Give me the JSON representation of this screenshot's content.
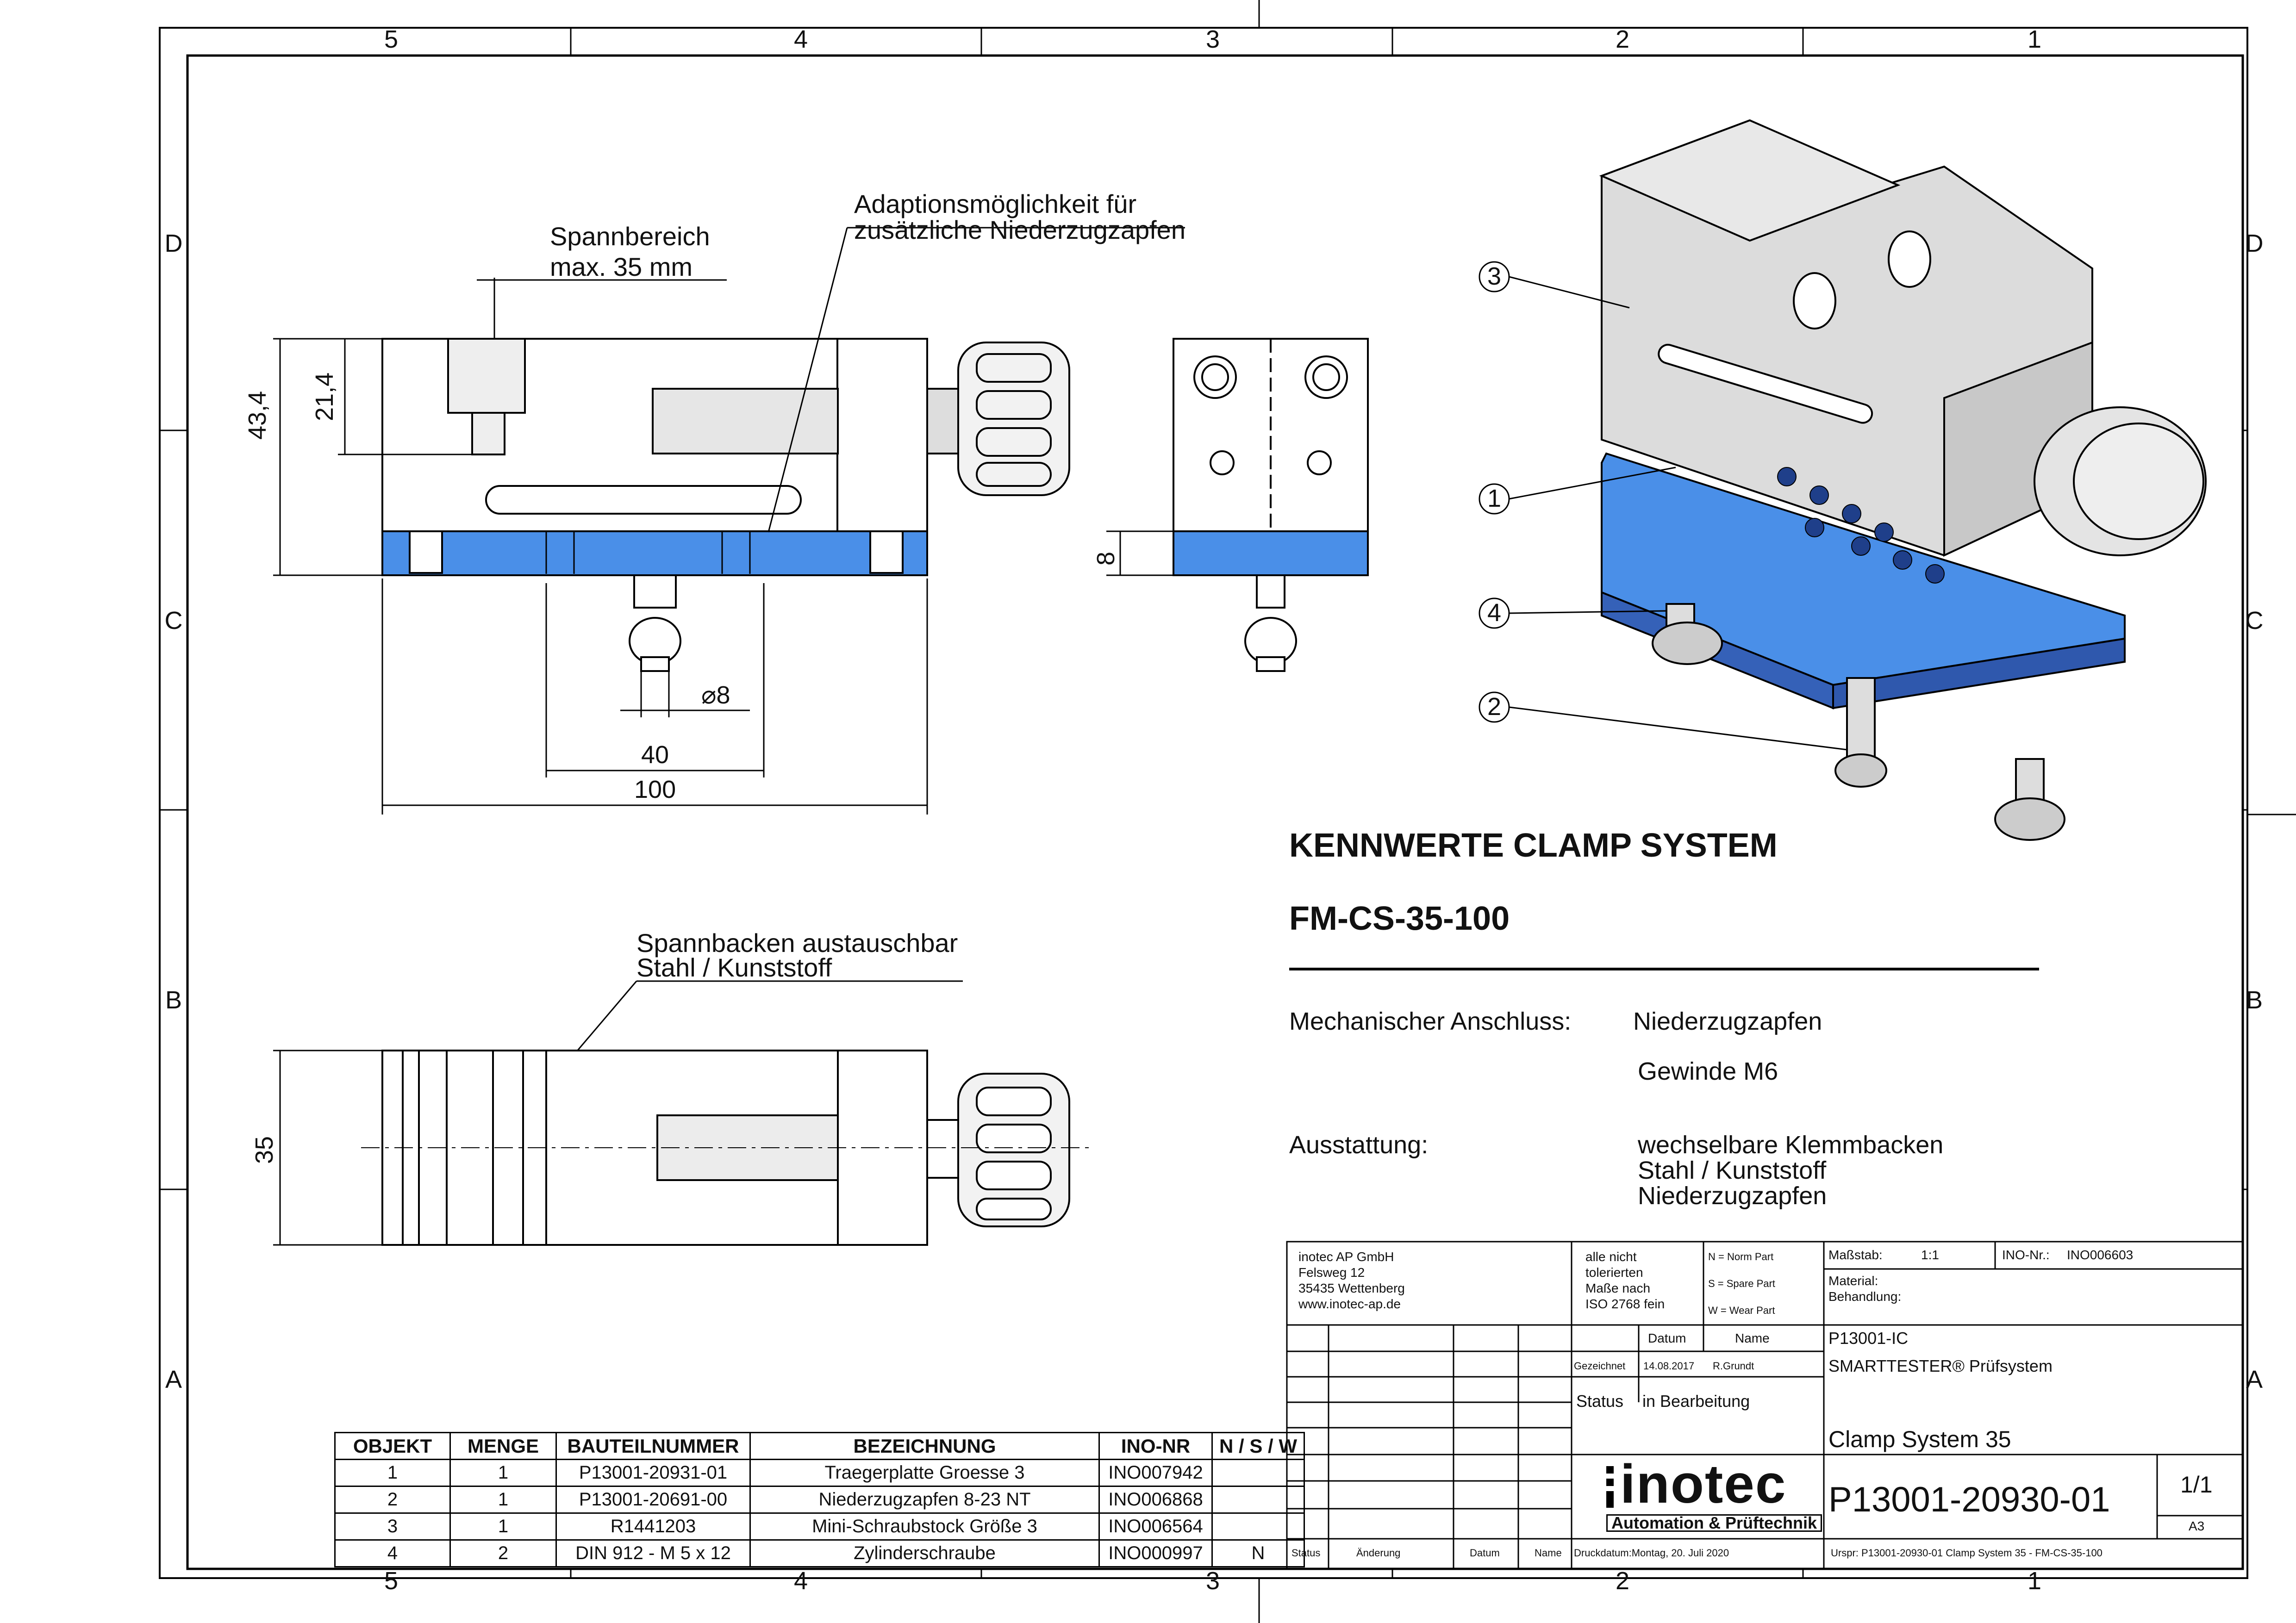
{
  "zones": {
    "columns": [
      "5",
      "4",
      "3",
      "2",
      "1"
    ],
    "rows": [
      "D",
      "C",
      "B",
      "A"
    ]
  },
  "annotations": {
    "clamping_range_line1": "Spannbereich",
    "clamping_range_line2": "max. 35 mm",
    "adaption_line1": "Adaptionsmöglichkeit für",
    "adaption_line2": "zusätzliche Niederzugzapfen",
    "jaws_line1": "Spannbacken austauschbar",
    "jaws_line2": "Stahl / Kunststoff"
  },
  "dimensions": {
    "overall_height": "43,4",
    "jaw_height": "21,4",
    "diameter": "⌀8",
    "pin_spacing": "40",
    "overall_length": "100",
    "plate_height": "8",
    "width": "35"
  },
  "balloons": [
    "3",
    "1",
    "4",
    "2"
  ],
  "specs": {
    "title": "KENNWERTE CLAMP SYSTEM",
    "subtitle": "FM-CS-35-100",
    "mech_label": "Mechanischer Anschluss:",
    "mech_value1": "Niederzugzapfen",
    "mech_value2": "Gewinde M6",
    "equip_label": "Ausstattung:",
    "equip_value1": "wechselbare Klemmbacken",
    "equip_value2": "Stahl / Kunststoff",
    "equip_value3": "Niederzugzapfen"
  },
  "bom": {
    "headers": [
      "OBJEKT",
      "MENGE",
      "BAUTEILNUMMER",
      "BEZEICHNUNG",
      "INO-NR",
      "N / S / W"
    ],
    "rows": [
      [
        "1",
        "1",
        "P13001-20931-01",
        "Traegerplatte Groesse 3",
        "INO007942",
        ""
      ],
      [
        "2",
        "1",
        "P13001-20691-00",
        "Niederzugzapfen 8-23 NT",
        "INO006868",
        ""
      ],
      [
        "3",
        "1",
        "R1441203",
        "Mini-Schraubstock Größe 3",
        "INO006564",
        ""
      ],
      [
        "4",
        "2",
        "DIN 912 - M 5 x 12",
        "Zylinderschraube",
        "INO000997",
        "N"
      ]
    ]
  },
  "titleblock": {
    "company": [
      "inotec AP GmbH",
      "Felsweg 12",
      "35435 Wettenberg",
      "www.inotec-ap.de"
    ],
    "tolerance": [
      "alle nicht",
      "tolerierten",
      "Maße nach",
      "ISO 2768 fein"
    ],
    "legend": [
      "N = Norm Part",
      "S = Spare Part",
      "W = Wear Part"
    ],
    "scale_label": "Maßstab:",
    "scale_value": "1:1",
    "ino_label": "INO-Nr.:",
    "ino_value": "INO006603",
    "material_label": "Material:",
    "treatment_label": "Behandlung:",
    "col_date": "Datum",
    "col_name": "Name",
    "drawn_label": "Gezeichnet",
    "drawn_date": "14.08.2017",
    "drawn_name": "R.Grundt",
    "status_label": "Status",
    "status_value": "in Bearbeitung",
    "project": "P13001-IC",
    "system": "SMARTTESTER® Prüfsystem",
    "drawing_title": "Clamp System 35",
    "logo_text": "inotec",
    "logo_tagline": "Automation & Prüftechnik",
    "drawing_number": "P13001-20930-01",
    "sheet": "1/1",
    "format": "A3",
    "rev_headers": [
      "Status",
      "Änderung",
      "Datum",
      "Name"
    ],
    "print_date": "Druckdatum:Montag, 20. Juli 2020",
    "origin": "Urspr: P13001-20930-01 Clamp System 35 - FM-CS-35-100"
  }
}
